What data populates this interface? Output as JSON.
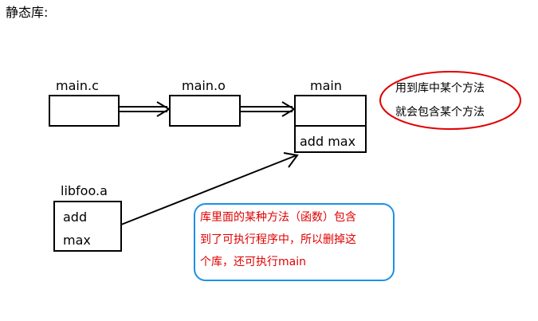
{
  "title": "静态库:",
  "nodes": {
    "main_c": {
      "label": "main.c"
    },
    "main_o": {
      "label": "main.o"
    },
    "main_exe": {
      "label": "main",
      "contents": "add  max"
    },
    "libfoo": {
      "label": "libfoo.a",
      "items": [
        "add",
        "max"
      ]
    }
  },
  "notes": {
    "ellipse": {
      "lines": [
        "用到库中某个方法",
        "就会包含某个方法"
      ]
    },
    "box": {
      "lines": [
        "库里面的某种方法（函数）包含",
        "到了可执行程序中，所以删掉这",
        "个库，还可执行main"
      ]
    }
  },
  "colors": {
    "ellipse_border": "#e00000",
    "note_text": "#e00000",
    "note_box_border": "#1e90e6",
    "lines": "#000000"
  }
}
